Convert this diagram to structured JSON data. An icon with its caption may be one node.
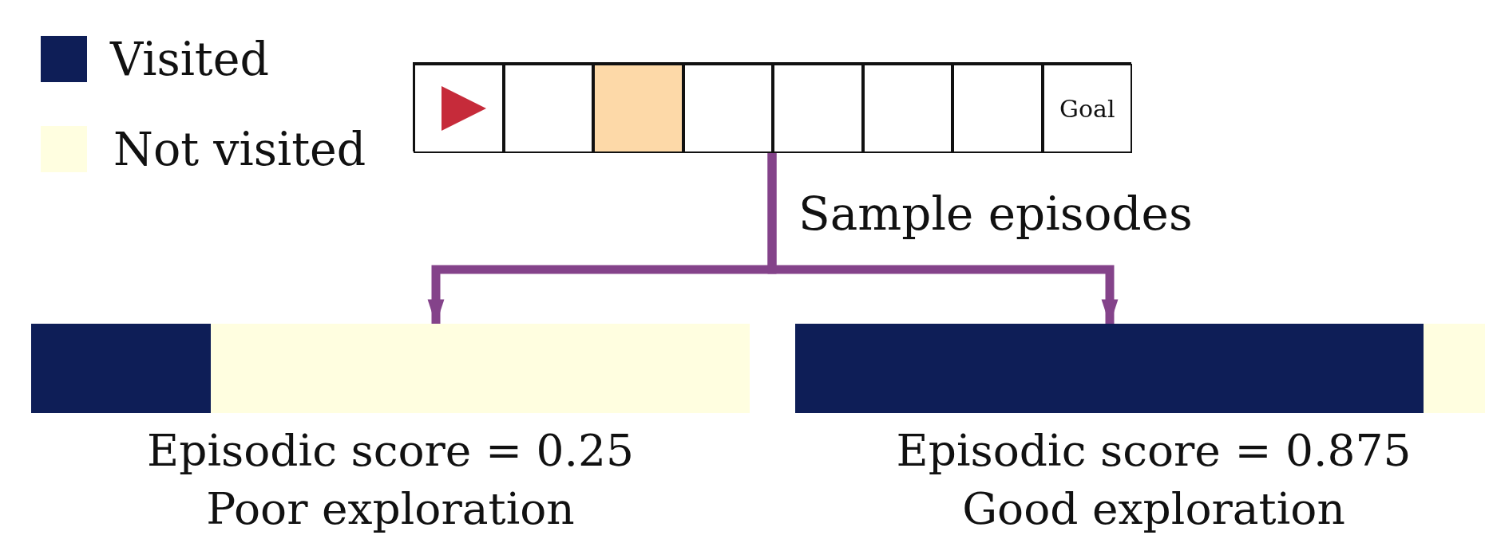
{
  "diagram": {
    "nodes": [
      {
        "text": [],
        "shape": "box"
      },
      {
        "text": [],
        "shape": "box",
        "in": 0
      },
      {
        "text": [],
        "shape": "box",
        "in": 0
      },
      {
        "text": [],
        "shape": "box",
        "in": 0
      },
      {
        "text": [],
        "shape": "box",
        "in": 0
      },
      {
        "text": [],
        "shape": "box",
        "in": 0
      },
      {
        "text": [],
        "shape": "box",
        "in": 0
      },
      {
        "text": [],
        "shape": "box",
        "in": 0
      },
      {
        "text": [
          "Goal"
        ],
        "in": 0
      },
      {
        "text": [],
        "shape": "bar",
        "beside": [
          "Episodic score = 0.25",
          "Poor exploration"
        ]
      },
      {
        "text": [],
        "shape": "bar",
        "beside": [
          "Episodic score = 0.875",
          "Good exploration"
        ]
      }
    ],
    "edges": [
      {
        "from": 0,
        "to": 9,
        "arrow": "to"
      },
      {
        "from": 0,
        "to": 10,
        "arrow": "to"
      }
    ],
    "labels": [
      "Sample episodes"
    ],
    "legend": [
      {
        "text": "Visited",
        "color": "#0e1e57"
      },
      {
        "text": "Not visited",
        "color": "#fffee0"
      }
    ]
  }
}
